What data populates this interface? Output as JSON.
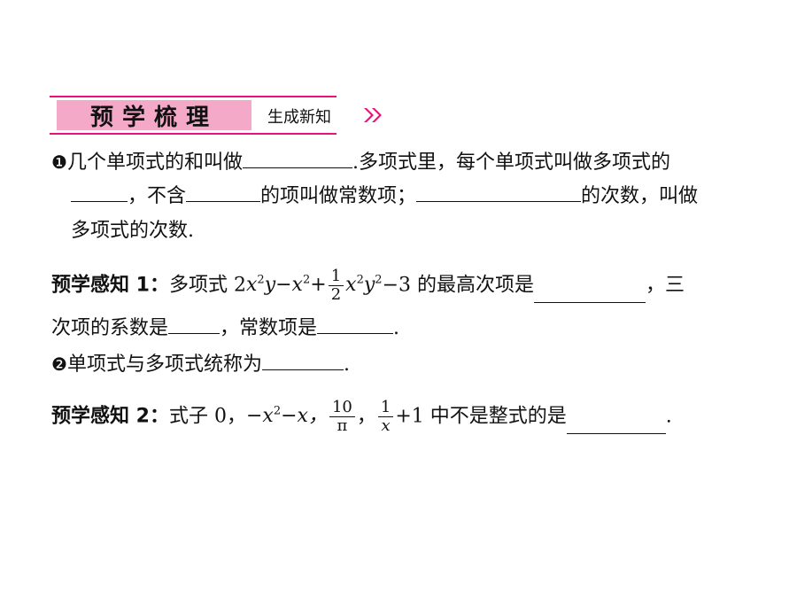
{
  "header": {
    "title": "预学梳理",
    "subtitle": "生成新知",
    "accent_color": "#e8127c",
    "band_color": "#f4a9c8",
    "arrow_icon": "double-chevron-right"
  },
  "item1": {
    "marker": "❶",
    "line1_a": "几个单项式的和叫做",
    "line1_b": ".多项式里，每个单项式叫做多项式的",
    "line2_a": "，不含",
    "line2_b": "的项叫做常数项；",
    "line2_c": "的次数，叫做",
    "line3": "多项式的次数."
  },
  "perception1": {
    "label": "预学感知 1",
    "colon": "：",
    "text_a": "多项式 2",
    "text_b": "的最高次项是",
    "text_c": "，三",
    "line2_a": "次项的系数是",
    "line2_b": "，常数项是",
    "line2_c": "."
  },
  "item2": {
    "marker": "❷",
    "text": "单项式与多项式统称为",
    "end": "."
  },
  "perception2": {
    "label": "预学感知 2",
    "colon": "：",
    "text_a": "式子 0，",
    "text_b": "中不是整式的是",
    "end": "."
  }
}
